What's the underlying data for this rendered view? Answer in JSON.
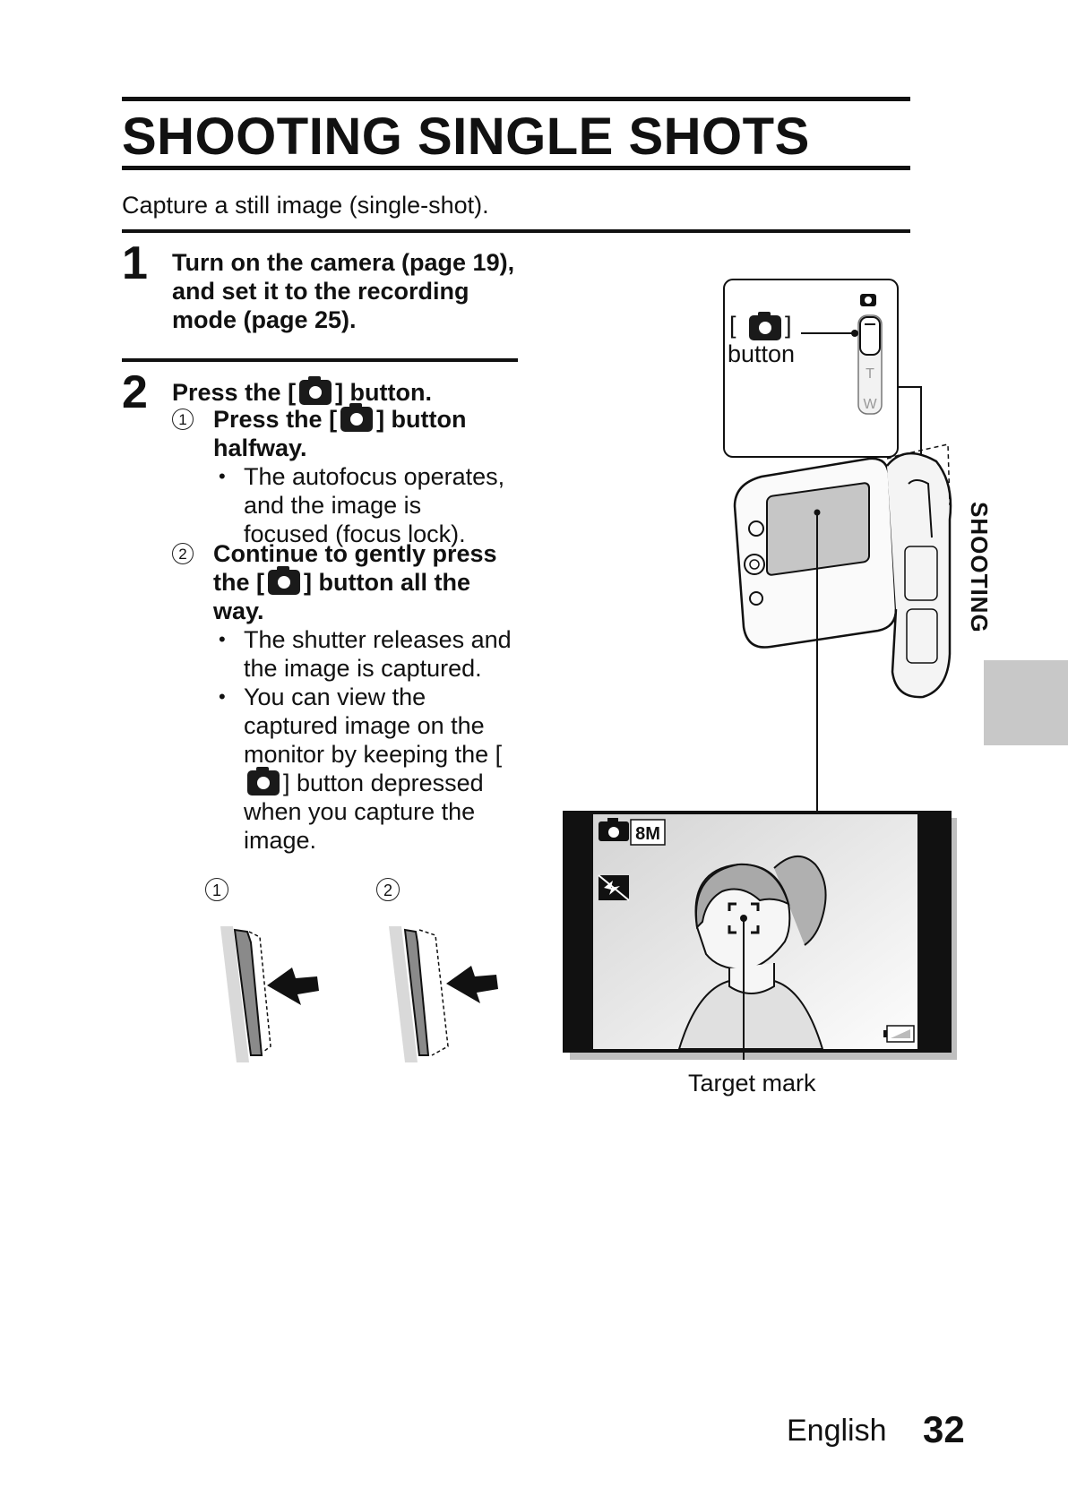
{
  "title": "SHOOTING SINGLE SHOTS",
  "intro": "Capture a still image (single-shot).",
  "step1": {
    "number": "1",
    "lines": [
      "Turn on the camera (page 19),",
      "and set it to the recording",
      "mode (page 25)."
    ]
  },
  "step2": {
    "number": "2",
    "heading_pre": "Press the [",
    "heading_post": "] button.",
    "sub1": {
      "marker": "1",
      "line1_pre": "Press the [",
      "line1_post": "] button",
      "line2": "halfway.",
      "bullets": [
        "The autofocus operates, and the image is focused (focus lock)."
      ]
    },
    "sub2": {
      "marker": "2",
      "line1": "Continue to gently press",
      "line2_pre": "the [",
      "line2_post": "] button all the",
      "line3": "way.",
      "bullet1": "The shutter releases and the image is captured.",
      "bullet2_pre": "You can view the captured image on the monitor by keeping the [",
      "bullet2_post": "] button depressed when you capture the image."
    }
  },
  "figure_labels": {
    "press_half": "1",
    "press_full": "2",
    "button_bracket_open": "[",
    "button_bracket_close": "]",
    "button_word": "button",
    "zoom_t": "T",
    "zoom_w": "W",
    "resolution": "8M",
    "target_mark": "Target mark"
  },
  "sidetab": "SHOOTING",
  "footer": {
    "language": "English",
    "page": "32"
  },
  "icons": [
    "camera-icon",
    "flash-off-icon",
    "battery-icon",
    "focus-target-icon",
    "arrow-left-icon"
  ]
}
